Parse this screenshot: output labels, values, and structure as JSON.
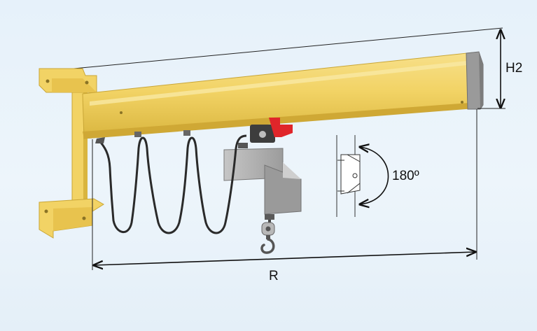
{
  "labels": {
    "height": "H2",
    "rotation": "180º",
    "reach": "R"
  },
  "colors": {
    "background": "#e8f2fa",
    "jib_yellow": "#f2d365",
    "jib_shadow": "#d9b53e",
    "hoist_gray": "#a8a8a8",
    "trolley_red": "#e0252a",
    "cable": "#2a2a2a",
    "dimension_line": "#111111"
  }
}
